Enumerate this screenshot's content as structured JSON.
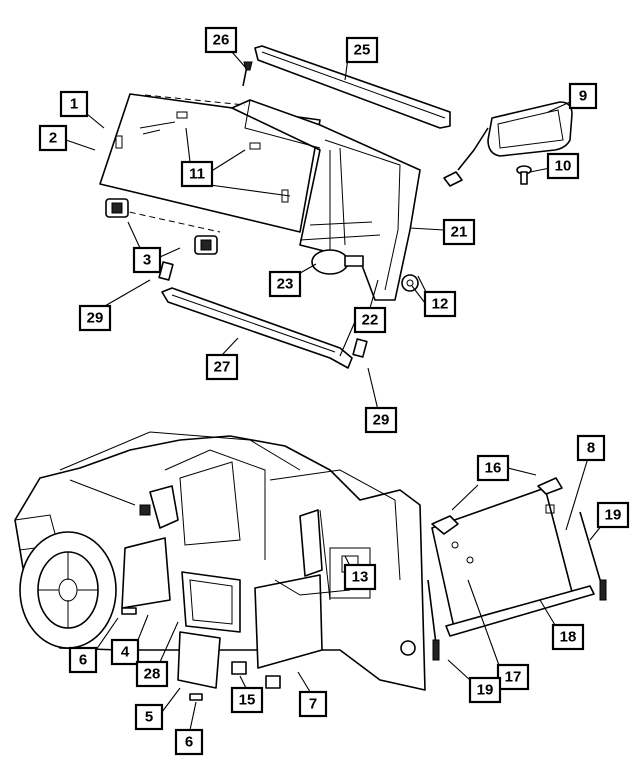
{
  "colors": {
    "line": "#000000",
    "background": "#ffffff"
  },
  "callouts": [
    {
      "id": "c-1",
      "label": "1"
    },
    {
      "id": "c-2",
      "label": "2"
    },
    {
      "id": "c-3",
      "label": "3"
    },
    {
      "id": "c-29a",
      "label": "29"
    },
    {
      "id": "c-27",
      "label": "27"
    },
    {
      "id": "c-11",
      "label": "11"
    },
    {
      "id": "c-26",
      "label": "26"
    },
    {
      "id": "c-25",
      "label": "25"
    },
    {
      "id": "c-9",
      "label": "9"
    },
    {
      "id": "c-10",
      "label": "10"
    },
    {
      "id": "c-21",
      "label": "21"
    },
    {
      "id": "c-23",
      "label": "23"
    },
    {
      "id": "c-12",
      "label": "12"
    },
    {
      "id": "c-22",
      "label": "22"
    },
    {
      "id": "c-29b",
      "label": "29"
    },
    {
      "id": "c-16",
      "label": "16"
    },
    {
      "id": "c-8",
      "label": "8"
    },
    {
      "id": "c-19a",
      "label": "19"
    },
    {
      "id": "c-13",
      "label": "13"
    },
    {
      "id": "c-18",
      "label": "18"
    },
    {
      "id": "c-17",
      "label": "17"
    },
    {
      "id": "c-19b",
      "label": "19"
    },
    {
      "id": "c-6a",
      "label": "6"
    },
    {
      "id": "c-4",
      "label": "4"
    },
    {
      "id": "c-28",
      "label": "28"
    },
    {
      "id": "c-5",
      "label": "5"
    },
    {
      "id": "c-6b",
      "label": "6"
    },
    {
      "id": "c-15",
      "label": "15"
    },
    {
      "id": "c-7",
      "label": "7"
    }
  ]
}
